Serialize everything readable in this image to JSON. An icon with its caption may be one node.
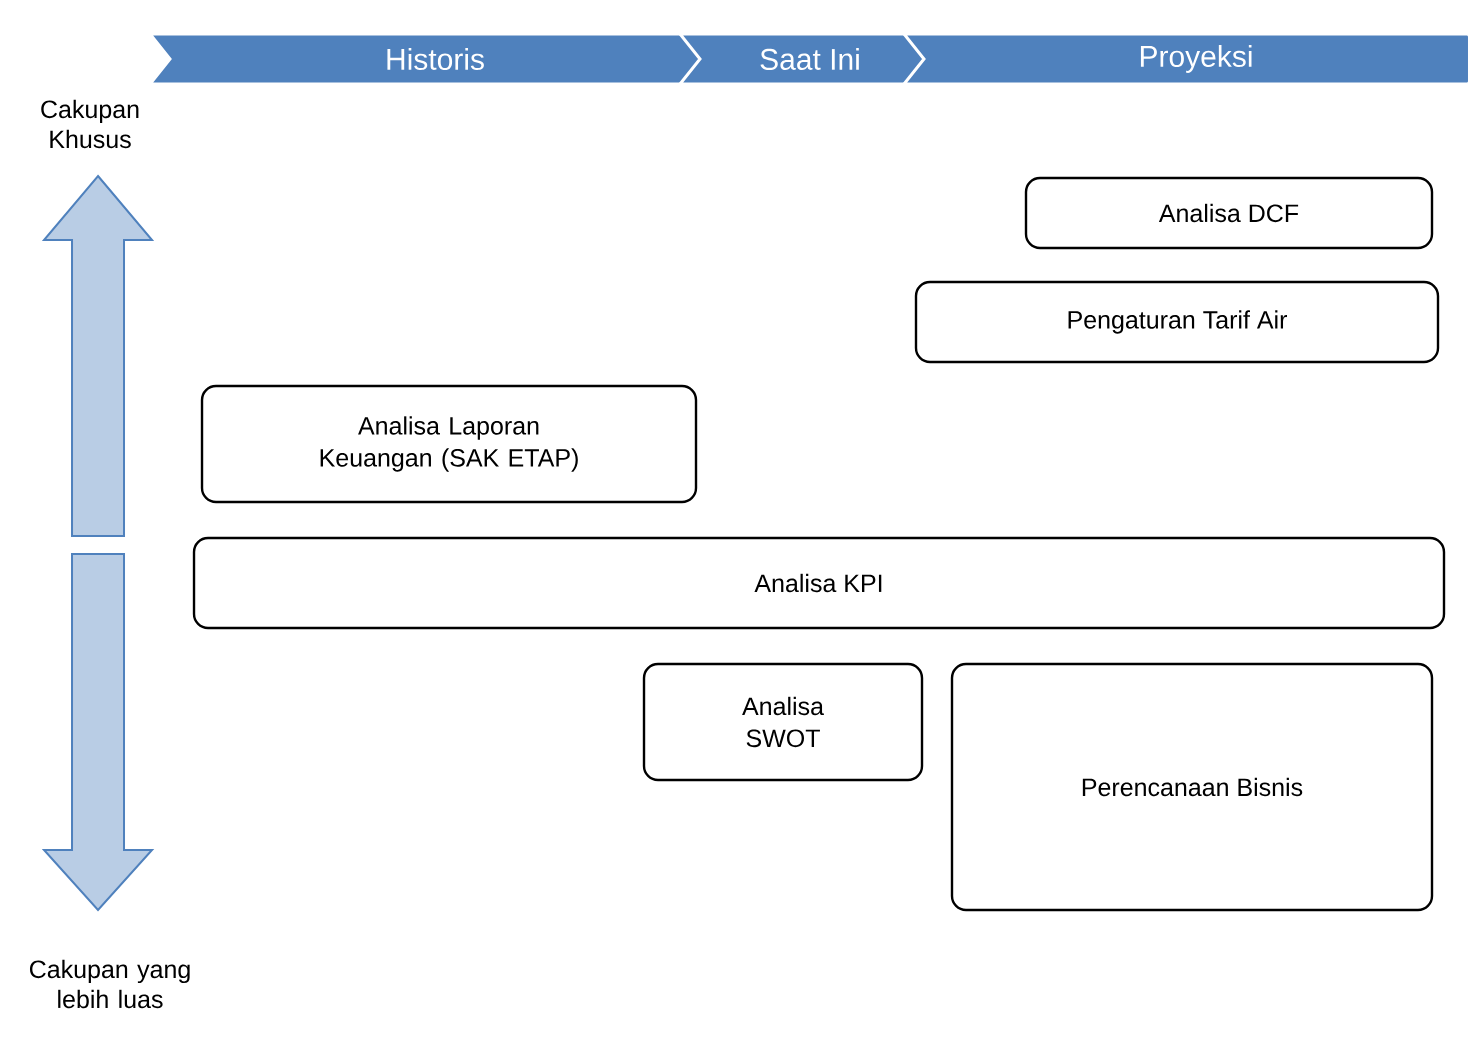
{
  "diagram": {
    "nodes": [
      {
        "text": [
          "Historis"
        ]
      },
      {
        "text": [
          "Saat Ini"
        ]
      },
      {
        "text": [
          "Proyeksi"
        ]
      },
      {
        "text": [
          "Analisa DCF"
        ]
      },
      {
        "text": [
          "Pengaturan Tarif Air"
        ]
      },
      {
        "text": [
          "Analisa Laporan Keuangan (SAK ETAP)"
        ]
      },
      {
        "text": [
          "Analisa KPI"
        ]
      },
      {
        "text": [
          "Analisa SWOT"
        ]
      },
      {
        "text": [
          "Perencanaan Bisnis"
        ]
      }
    ],
    "labels": [
      "Cakupan Khusus",
      "Cakupan yang lebih luas"
    ]
  }
}
